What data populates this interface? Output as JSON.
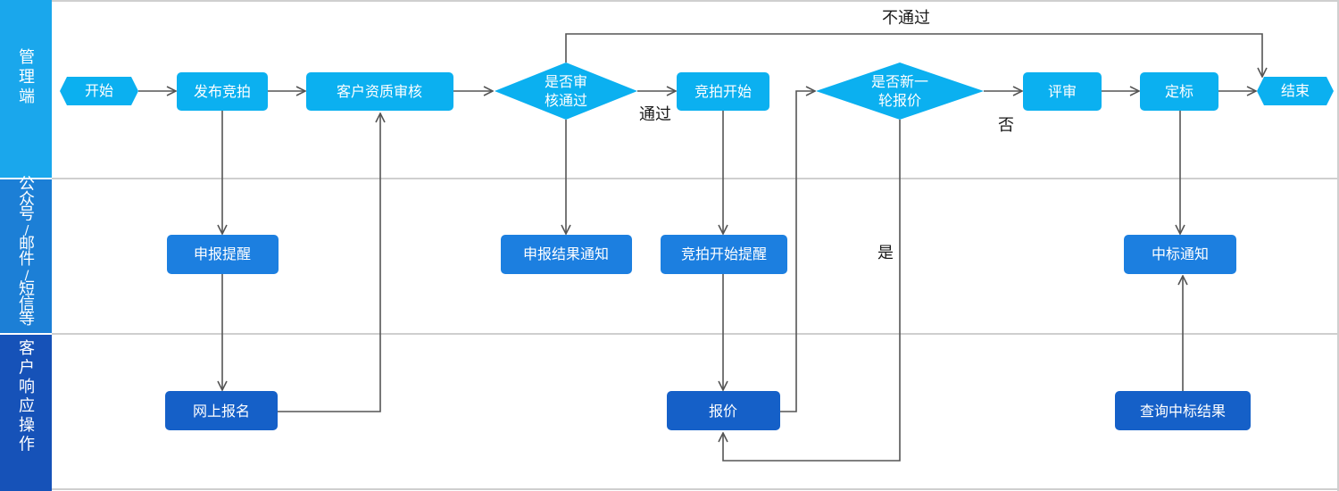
{
  "lanes": [
    {
      "name": "管理端",
      "color": "#1aa7ec"
    },
    {
      "name": "公众号/邮件/短信等",
      "color": "#1c7fd6"
    },
    {
      "name": "客户响应操作",
      "color": "#1652b8"
    }
  ],
  "nodes": {
    "start": "开始",
    "publish": "发布竞拍",
    "review": "客户资质审核",
    "decision_pass": "是否审核通过",
    "auction_start": "竞拍开始",
    "decision_new_round": "是否新一轮报价",
    "evaluate": "评审",
    "award": "定标",
    "end": "结束",
    "apply_reminder": "申报提醒",
    "apply_result_notice": "申报结果通知",
    "auction_start_reminder": "竞拍开始提醒",
    "win_notice": "中标通知",
    "online_signup": "网上报名",
    "quote": "报价",
    "query_result": "查询中标结果"
  },
  "edge_labels": {
    "not_pass": "不通过",
    "pass": "通过",
    "no": "否",
    "yes": "是"
  },
  "colors": {
    "light_node": "#0bb0f0",
    "dark_node": "#1560c8",
    "line": "#555555",
    "divider": "#cfcfcf"
  }
}
